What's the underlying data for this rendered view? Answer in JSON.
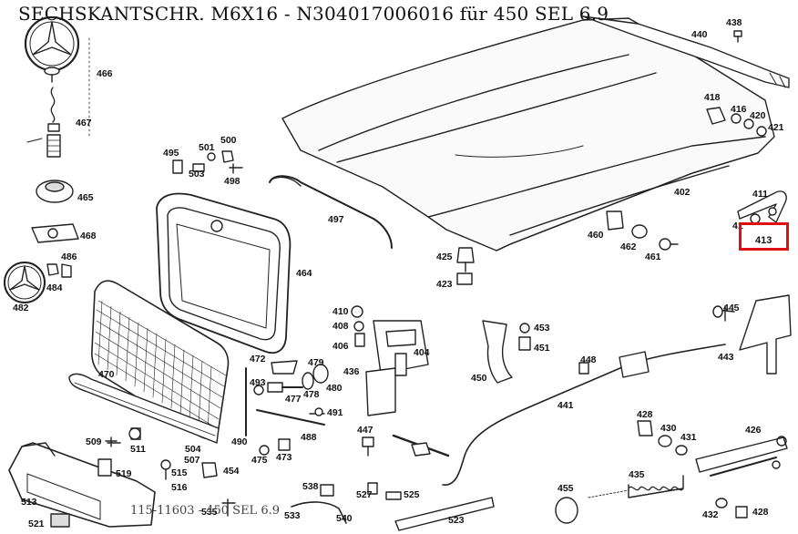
{
  "title": "SECHSKANTSCHR. M6X16 - N304017006016 für 450 SEL 6.9",
  "footer": "115-11603 - 450 SEL 6.9",
  "highlighted_part": "413",
  "part_labels": {
    "p438": "438",
    "p440": "440",
    "p466": "466",
    "p467": "467",
    "p465": "465",
    "p468": "468",
    "p486": "486",
    "p484": "484",
    "p482": "482",
    "p495": "495",
    "p501": "501",
    "p500": "500",
    "p503": "503",
    "p498": "498",
    "p497": "497",
    "p418": "418",
    "p416": "416",
    "p420": "420",
    "p421": "421",
    "p402": "402",
    "p411": "411",
    "p412": "41",
    "p413": "413",
    "p460": "460",
    "p462": "462",
    "p461": "461",
    "p425": "425",
    "p423": "423",
    "p464": "464",
    "p410": "410",
    "p408": "408",
    "p406": "406",
    "p404": "404",
    "p453": "453",
    "p451": "451",
    "p450": "450",
    "p445": "445",
    "p443": "443",
    "p448": "448",
    "p441": "441",
    "p472": "472",
    "p479": "479",
    "p493": "493",
    "p477": "477",
    "p478": "478",
    "p480": "480",
    "p436": "436",
    "p470": "470",
    "p491": "491",
    "p488": "488",
    "p490": "490",
    "p447": "447",
    "p509": "509",
    "p511": "511",
    "p504": "504",
    "p507": "507",
    "p475": "475",
    "p473": "473",
    "p519": "519",
    "p515": "515",
    "p516": "516",
    "p454": "454",
    "p428a": "428",
    "p430": "430",
    "p431": "431",
    "p426": "426",
    "p513": "513",
    "p538": "538",
    "p527": "527",
    "p525": "525",
    "p455": "455",
    "p435": "435",
    "p521": "521",
    "p535": "535",
    "p533": "533",
    "p540": "540",
    "p523": "523",
    "p432": "432",
    "p428b": "428"
  }
}
